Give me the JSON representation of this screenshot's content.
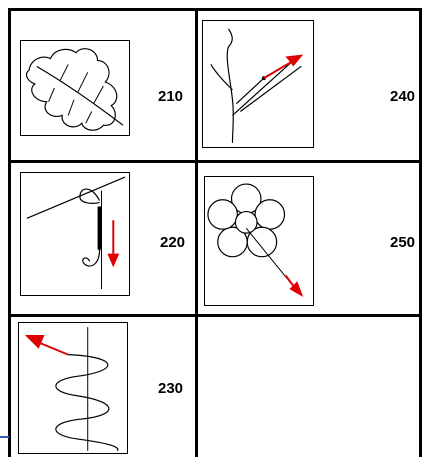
{
  "cells": [
    {
      "id": "210",
      "label": "210",
      "illustration": "leaf-outline-stitch"
    },
    {
      "id": "240",
      "label": "240",
      "illustration": "branch-stitch"
    },
    {
      "id": "220",
      "label": "220",
      "illustration": "thread-loop-stitch"
    },
    {
      "id": "250",
      "label": "250",
      "illustration": "flower-outline-stitch"
    },
    {
      "id": "230",
      "label": "230",
      "illustration": "zigzag-wave-stitch"
    }
  ],
  "colors": {
    "line": "#000000",
    "arrow": "#e00000",
    "accent_mark": "#3b5bb5"
  }
}
